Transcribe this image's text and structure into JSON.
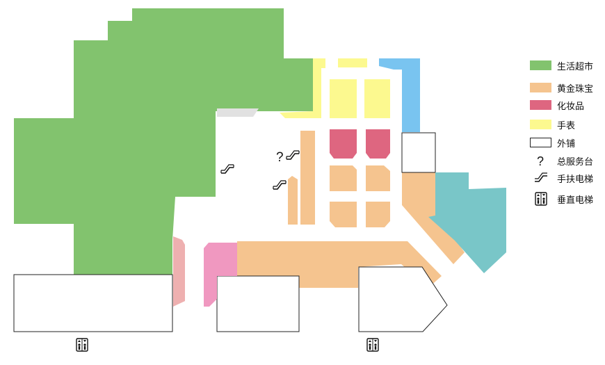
{
  "colors": {
    "supermarket": "#82c36e",
    "gold_jewelry": "#f5c48f",
    "cosmetics": "#de6680",
    "watches": "#fcf98f",
    "external_shop": "#ffffff",
    "corridor_gray": "#e1e1e1",
    "blue_store": "#79c4f0",
    "teal_store": "#79c6c8",
    "pink_store": "#f098c0",
    "rose_store": "#eeb0b0"
  },
  "legend": {
    "items": [
      {
        "label": "生活超市",
        "kind": "swatch",
        "color": "#82c36e"
      },
      {
        "label": "黄金珠宝",
        "kind": "swatch",
        "color": "#f5c48f"
      },
      {
        "label": "化妆品",
        "kind": "swatch",
        "color": "#de6680"
      },
      {
        "label": "手表",
        "kind": "swatch",
        "color": "#fcf98f"
      },
      {
        "label": "外铺",
        "kind": "swatch",
        "color": "#ffffff"
      },
      {
        "label": "总服务台",
        "kind": "icon",
        "icon": "question-mark-icon"
      },
      {
        "label": "手扶电梯",
        "kind": "icon",
        "icon": "escalator-icon"
      },
      {
        "label": "垂直电梯",
        "kind": "icon",
        "icon": "elevator-icon"
      }
    ]
  },
  "map_symbols": {
    "info_desk": "?"
  }
}
